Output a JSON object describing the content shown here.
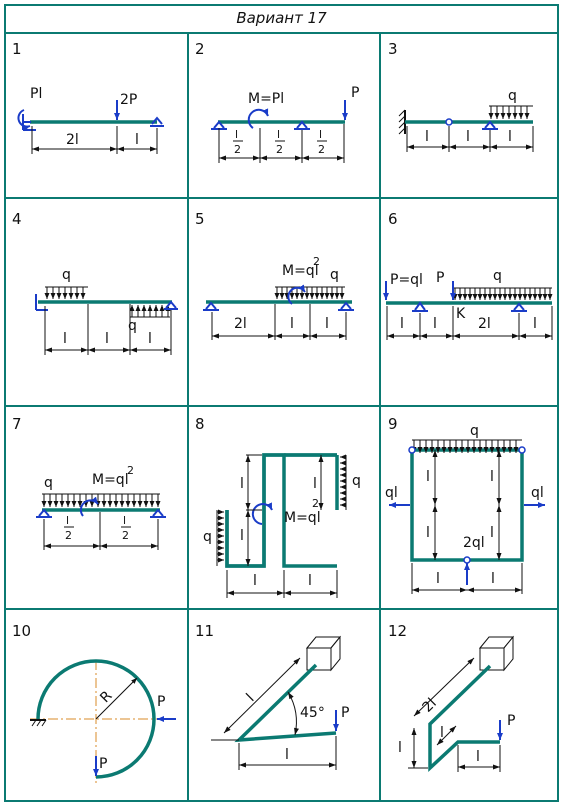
{
  "title": "Вариант 17",
  "problems": [
    {
      "number": "1",
      "labels": {
        "m": "Pl",
        "p": "2P",
        "d1": "2l",
        "d2": "l"
      }
    },
    {
      "number": "2",
      "labels": {
        "m": "M=Pl",
        "p": "P",
        "f": "l",
        "d": "2"
      }
    },
    {
      "number": "3",
      "labels": {
        "q": "q",
        "d": "l"
      }
    },
    {
      "number": "4",
      "labels": {
        "q": "q",
        "q2": "q",
        "d": "l"
      }
    },
    {
      "number": "5",
      "labels": {
        "m": "M=ql",
        "exp": "2",
        "q": "q",
        "d1": "2l",
        "d": "l"
      }
    },
    {
      "number": "6",
      "labels": {
        "p1": "P=ql",
        "p2": "P",
        "q": "q",
        "k": "K",
        "d": "l",
        "d2": "2l"
      }
    },
    {
      "number": "7",
      "labels": {
        "q": "q",
        "m": "M=ql",
        "exp": "2",
        "f": "l",
        "d": "2"
      }
    },
    {
      "number": "8",
      "labels": {
        "q": "q",
        "m": "M=ql",
        "exp": "2",
        "d": "l"
      }
    },
    {
      "number": "9",
      "labels": {
        "q": "q",
        "ql": "ql",
        "ql2": "2ql",
        "d": "l"
      }
    },
    {
      "number": "10",
      "labels": {
        "r": "R",
        "p": "P"
      }
    },
    {
      "number": "11",
      "labels": {
        "d": "l",
        "ang": "45°",
        "p": "P"
      }
    },
    {
      "number": "12",
      "labels": {
        "d2": "2l",
        "d": "l",
        "p": "P"
      }
    }
  ]
}
